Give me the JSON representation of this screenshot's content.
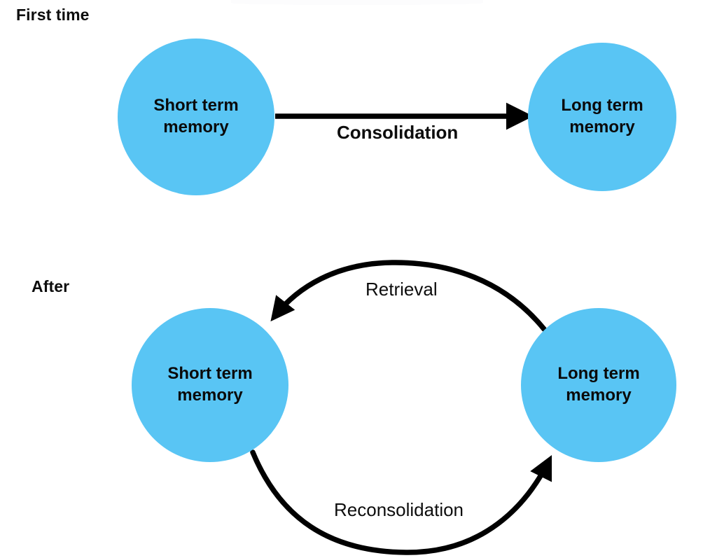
{
  "diagram": {
    "title_visible": false,
    "background_color": "#ffffff",
    "node_color": "#59C5F4",
    "edge_color": "#000000",
    "text_color": "#0d0d0d"
  },
  "sections": [
    {
      "id": "first-time",
      "label": "First time"
    },
    {
      "id": "after",
      "label": "After"
    }
  ],
  "nodes": [
    {
      "id": "stm-top",
      "label": "Short term\nmemory",
      "section": "first-time"
    },
    {
      "id": "ltm-top",
      "label": "Long term\nmemory",
      "section": "first-time"
    },
    {
      "id": "stm-bottom",
      "label": "Short term\nmemory",
      "section": "after"
    },
    {
      "id": "ltm-bottom",
      "label": "Long term\nmemory",
      "section": "after"
    }
  ],
  "edges": [
    {
      "id": "consolidation",
      "label": "Consolidation",
      "from": "stm-top",
      "to": "ltm-top",
      "shape": "straight",
      "direction": "left-to-right"
    },
    {
      "id": "retrieval",
      "label": "Retrieval",
      "from": "ltm-bottom",
      "to": "stm-bottom",
      "shape": "arc-above",
      "direction": "right-to-left"
    },
    {
      "id": "reconsolidation",
      "label": "Reconsolidation",
      "from": "stm-bottom",
      "to": "ltm-bottom",
      "shape": "arc-below",
      "direction": "left-to-right"
    }
  ]
}
